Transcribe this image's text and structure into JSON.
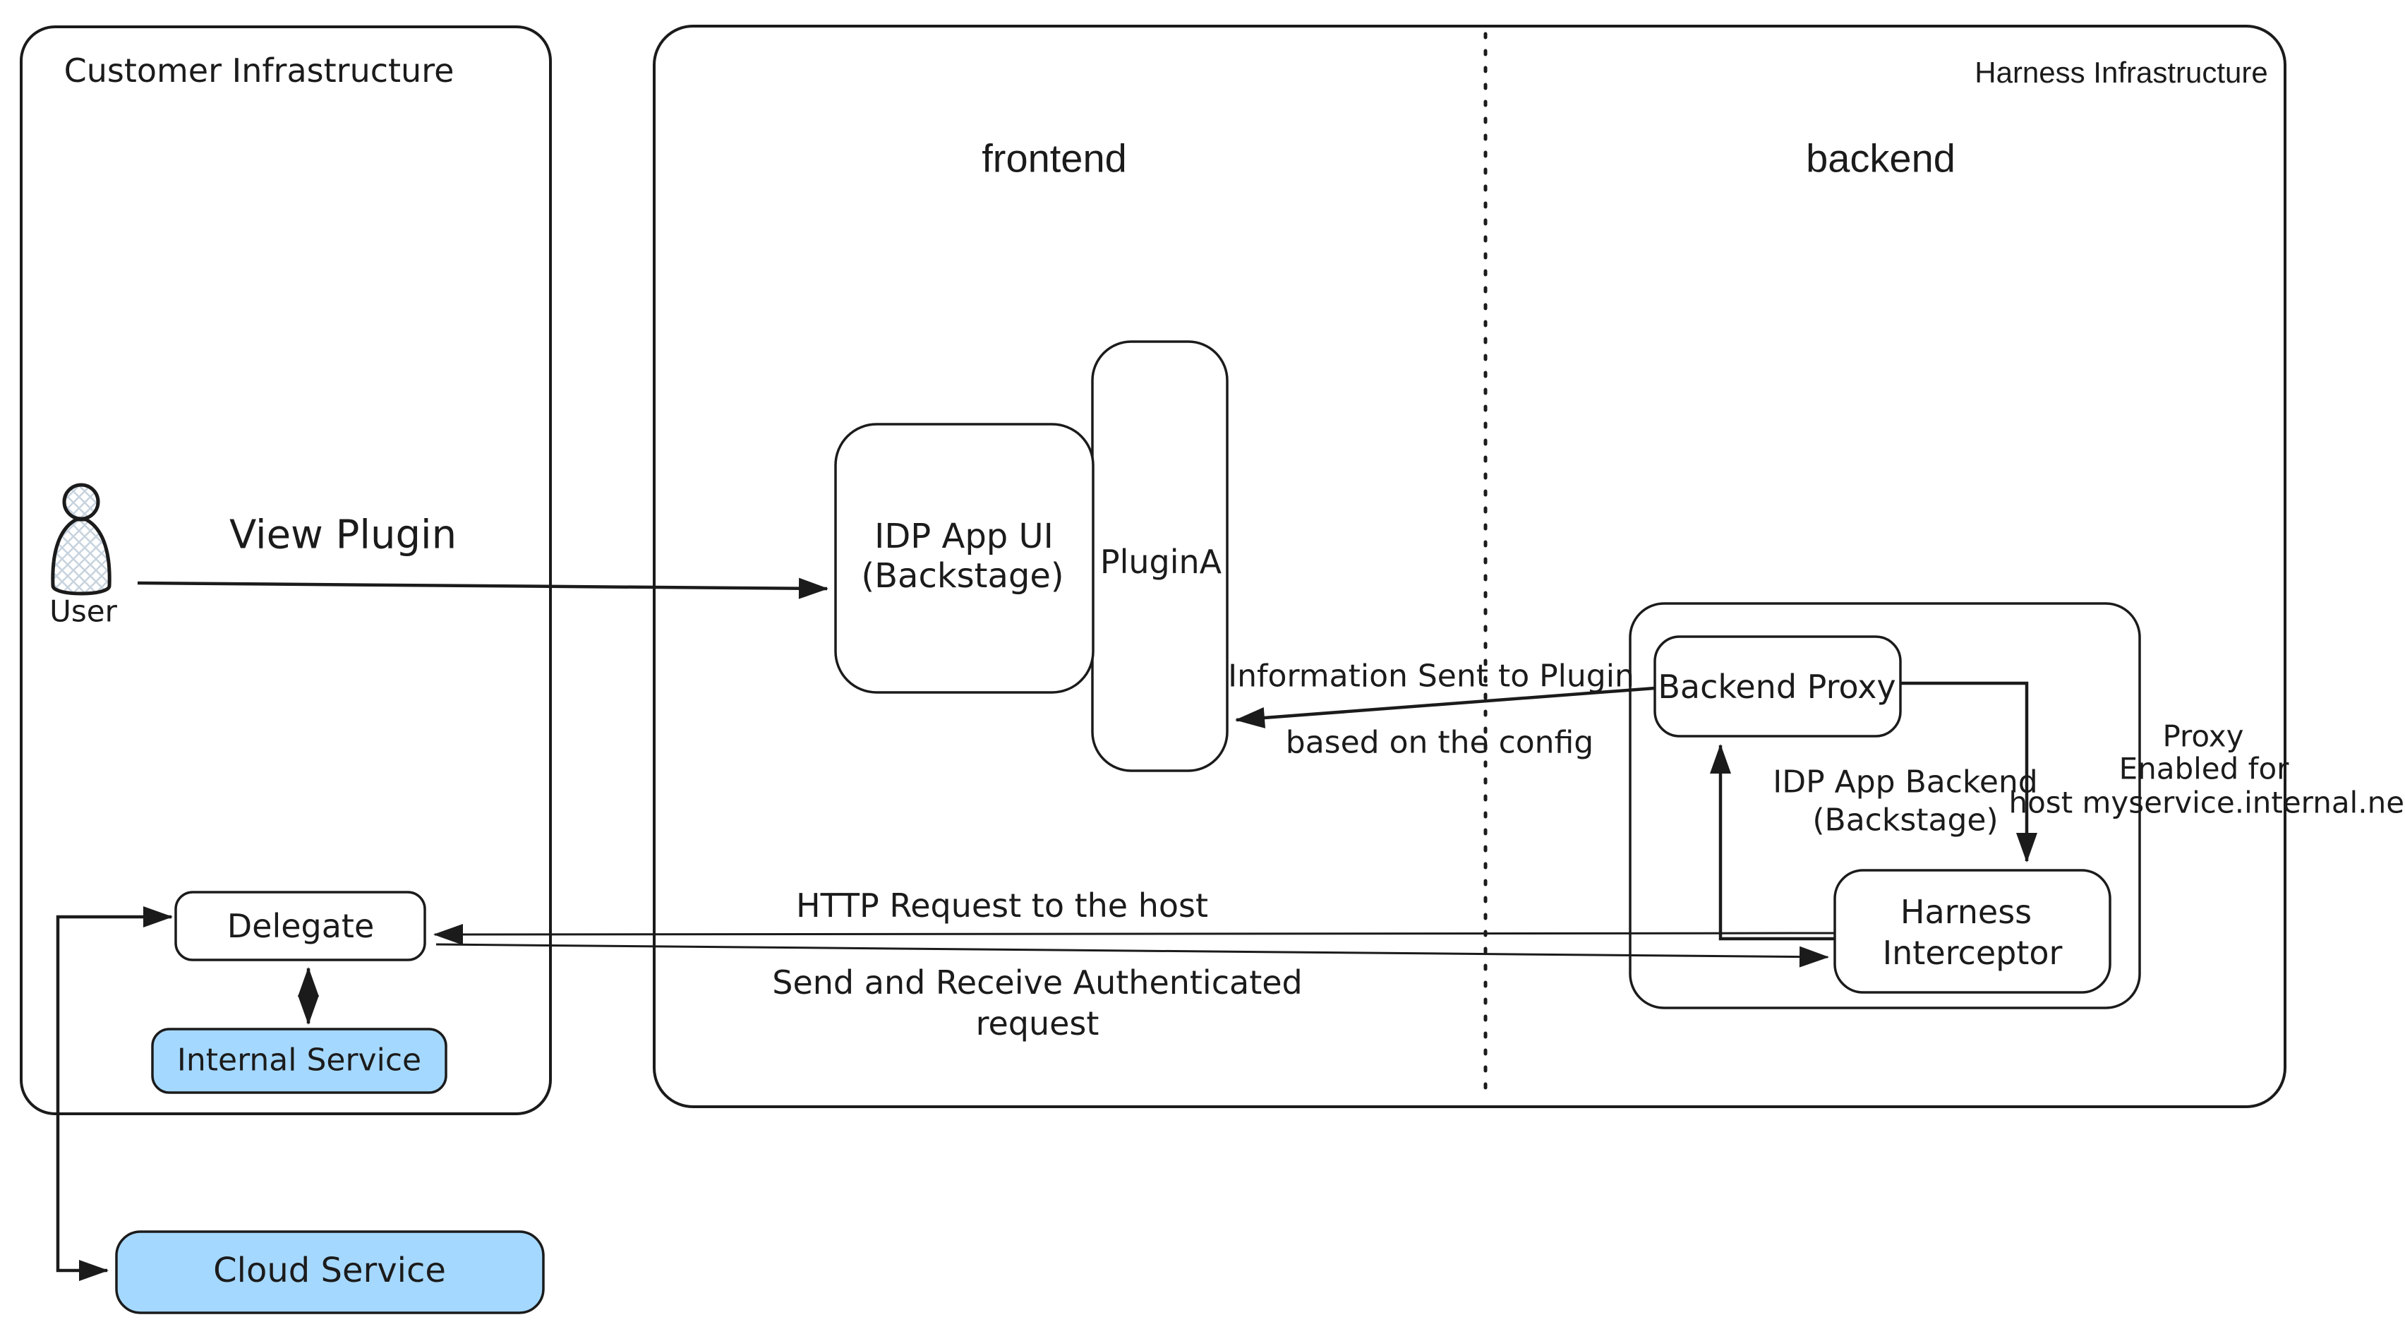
{
  "diagram": {
    "regions": {
      "customer": {
        "label": "Customer Infrastructure"
      },
      "harness": {
        "label": "Harness Infrastructure",
        "frontend": "frontend",
        "backend": "backend"
      }
    },
    "nodes": {
      "user": {
        "label": "User"
      },
      "idp_app_ui": {
        "line1": "IDP App UI",
        "line2": "(Backstage)"
      },
      "plugin_a": {
        "label": "PluginA"
      },
      "backend_proxy": {
        "label": "Backend Proxy"
      },
      "idp_app_backend": {
        "line1": "IDP App Backend",
        "line2": "(Backstage)"
      },
      "harness_interceptor": {
        "line1": "Harness",
        "line2": "Interceptor"
      },
      "delegate": {
        "label": "Delegate"
      },
      "internal_service": {
        "label": "Internal Service"
      },
      "cloud_service": {
        "label": "Cloud Service"
      }
    },
    "annotations": {
      "view_plugin": "View Plugin",
      "information_sent": {
        "line1": "Information Sent to Plugin",
        "line2": "based on the config"
      },
      "http_request": "HTTP Request to the host",
      "send_receive": {
        "line1": "Send and Receive Authenticated",
        "line2": "request"
      },
      "proxy_enabled": {
        "line1": "Proxy",
        "line2": "Enabled for",
        "line3": "host myservice.internal.net"
      }
    },
    "colors": {
      "stroke": "#1b1b1b",
      "text": "#1b1b1b",
      "service_fill": "#a5d8ff"
    }
  }
}
